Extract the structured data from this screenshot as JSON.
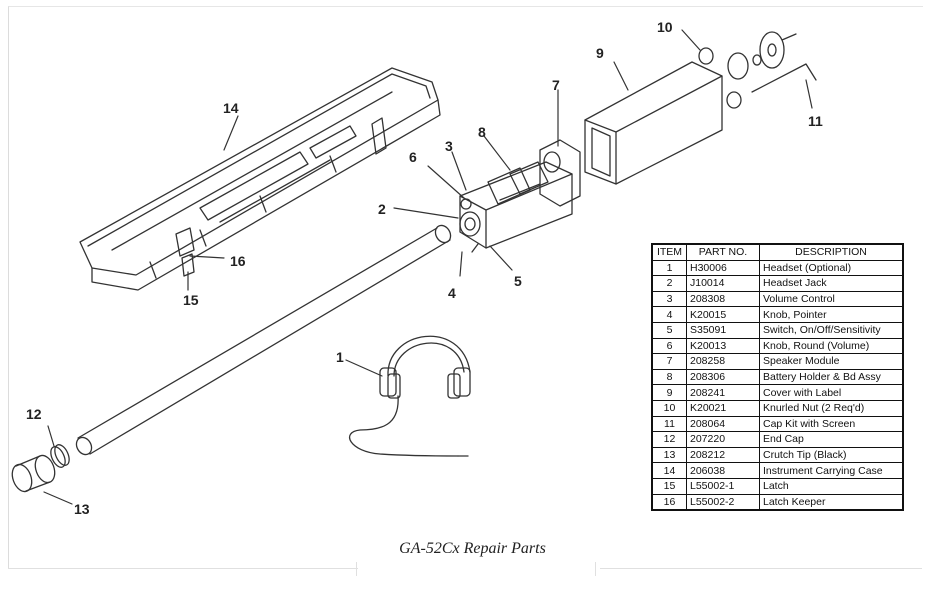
{
  "callouts": {
    "c1": "1",
    "c2": "2",
    "c3": "3",
    "c4": "4",
    "c5": "5",
    "c6": "6",
    "c7": "7",
    "c8": "8",
    "c9": "9",
    "c10": "10",
    "c11": "11",
    "c12": "12",
    "c13": "13",
    "c14": "14",
    "c15": "15",
    "c16": "16"
  },
  "table": {
    "headers": {
      "item": "ITEM",
      "part": "PART NO.",
      "desc": "DESCRIPTION"
    },
    "rows": [
      {
        "item": "1",
        "part": "H30006",
        "desc": "Headset (Optional)"
      },
      {
        "item": "2",
        "part": "J10014",
        "desc": "Headset Jack"
      },
      {
        "item": "3",
        "part": "208308",
        "desc": "Volume Control"
      },
      {
        "item": "4",
        "part": "K20015",
        "desc": "Knob, Pointer"
      },
      {
        "item": "5",
        "part": "S35091",
        "desc": "Switch, On/Off/Sensitivity"
      },
      {
        "item": "6",
        "part": "K20013",
        "desc": "Knob, Round (Volume)"
      },
      {
        "item": "7",
        "part": "208258",
        "desc": "Speaker Module"
      },
      {
        "item": "8",
        "part": "208306",
        "desc": "Battery Holder & Bd Assy"
      },
      {
        "item": "9",
        "part": "208241",
        "desc": "Cover with Label"
      },
      {
        "item": "10",
        "part": "K20021",
        "desc": "Knurled Nut (2 Req'd)"
      },
      {
        "item": "11",
        "part": "208064",
        "desc": "Cap Kit with Screen"
      },
      {
        "item": "12",
        "part": "207220",
        "desc": "End Cap"
      },
      {
        "item": "13",
        "part": "208212",
        "desc": "Crutch Tip (Black)"
      },
      {
        "item": "14",
        "part": "206038",
        "desc": "Instrument Carrying Case"
      },
      {
        "item": "15",
        "part": "L55002-1",
        "desc": "Latch"
      },
      {
        "item": "16",
        "part": "L55002-2",
        "desc": "Latch Keeper"
      }
    ]
  },
  "caption": "GA-52Cx Repair Parts"
}
